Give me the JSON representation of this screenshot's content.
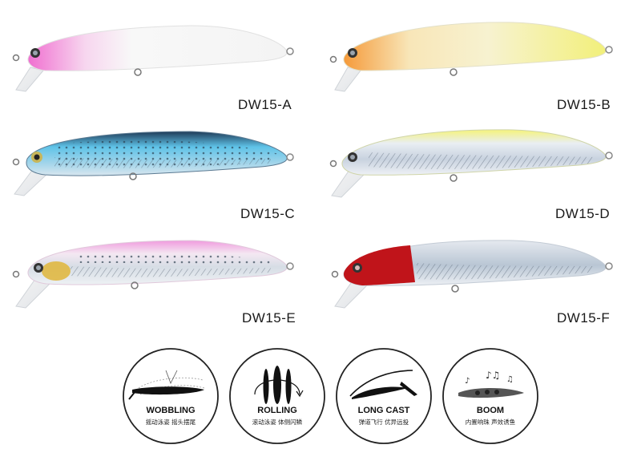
{
  "products": [
    {
      "code": "DW15-A",
      "colors": {
        "nose": "#f06fd0",
        "body": "#f8f8f8",
        "belly": "#ffffff"
      }
    },
    {
      "code": "DW15-B",
      "colors": {
        "nose": "#f59a3a",
        "body": "#f7f2d0",
        "back": "#f2f07a"
      }
    },
    {
      "code": "DW15-C",
      "colors": {
        "back": "#1f3a57",
        "side": "#5fc3e8",
        "belly": "#d8e6ef"
      }
    },
    {
      "code": "DW15-D",
      "colors": {
        "back": "#f5f37a",
        "side": "#c8d2df",
        "belly": "#eef1f5"
      }
    },
    {
      "code": "DW15-E",
      "colors": {
        "back": "#f09ade",
        "head": "#e0b843",
        "belly": "#eef1f4"
      }
    },
    {
      "code": "DW15-F",
      "colors": {
        "head": "#c0141a",
        "side": "#b9c6d4",
        "belly": "#eef1f5"
      }
    }
  ],
  "features": [
    {
      "title": "WOBBLING",
      "subtitle": "摇动泳姿  摇头摆尾",
      "icon": "wobbling-icon"
    },
    {
      "title": "ROLLING",
      "subtitle": "滚动泳姿  体侧闪鳞",
      "icon": "rolling-icon"
    },
    {
      "title": "LONG CAST",
      "subtitle": "弹道飞行  优异远投",
      "icon": "long-cast-icon"
    },
    {
      "title": "BOOM",
      "subtitle": "内置响珠  声效诱鱼",
      "icon": "boom-icon"
    }
  ]
}
